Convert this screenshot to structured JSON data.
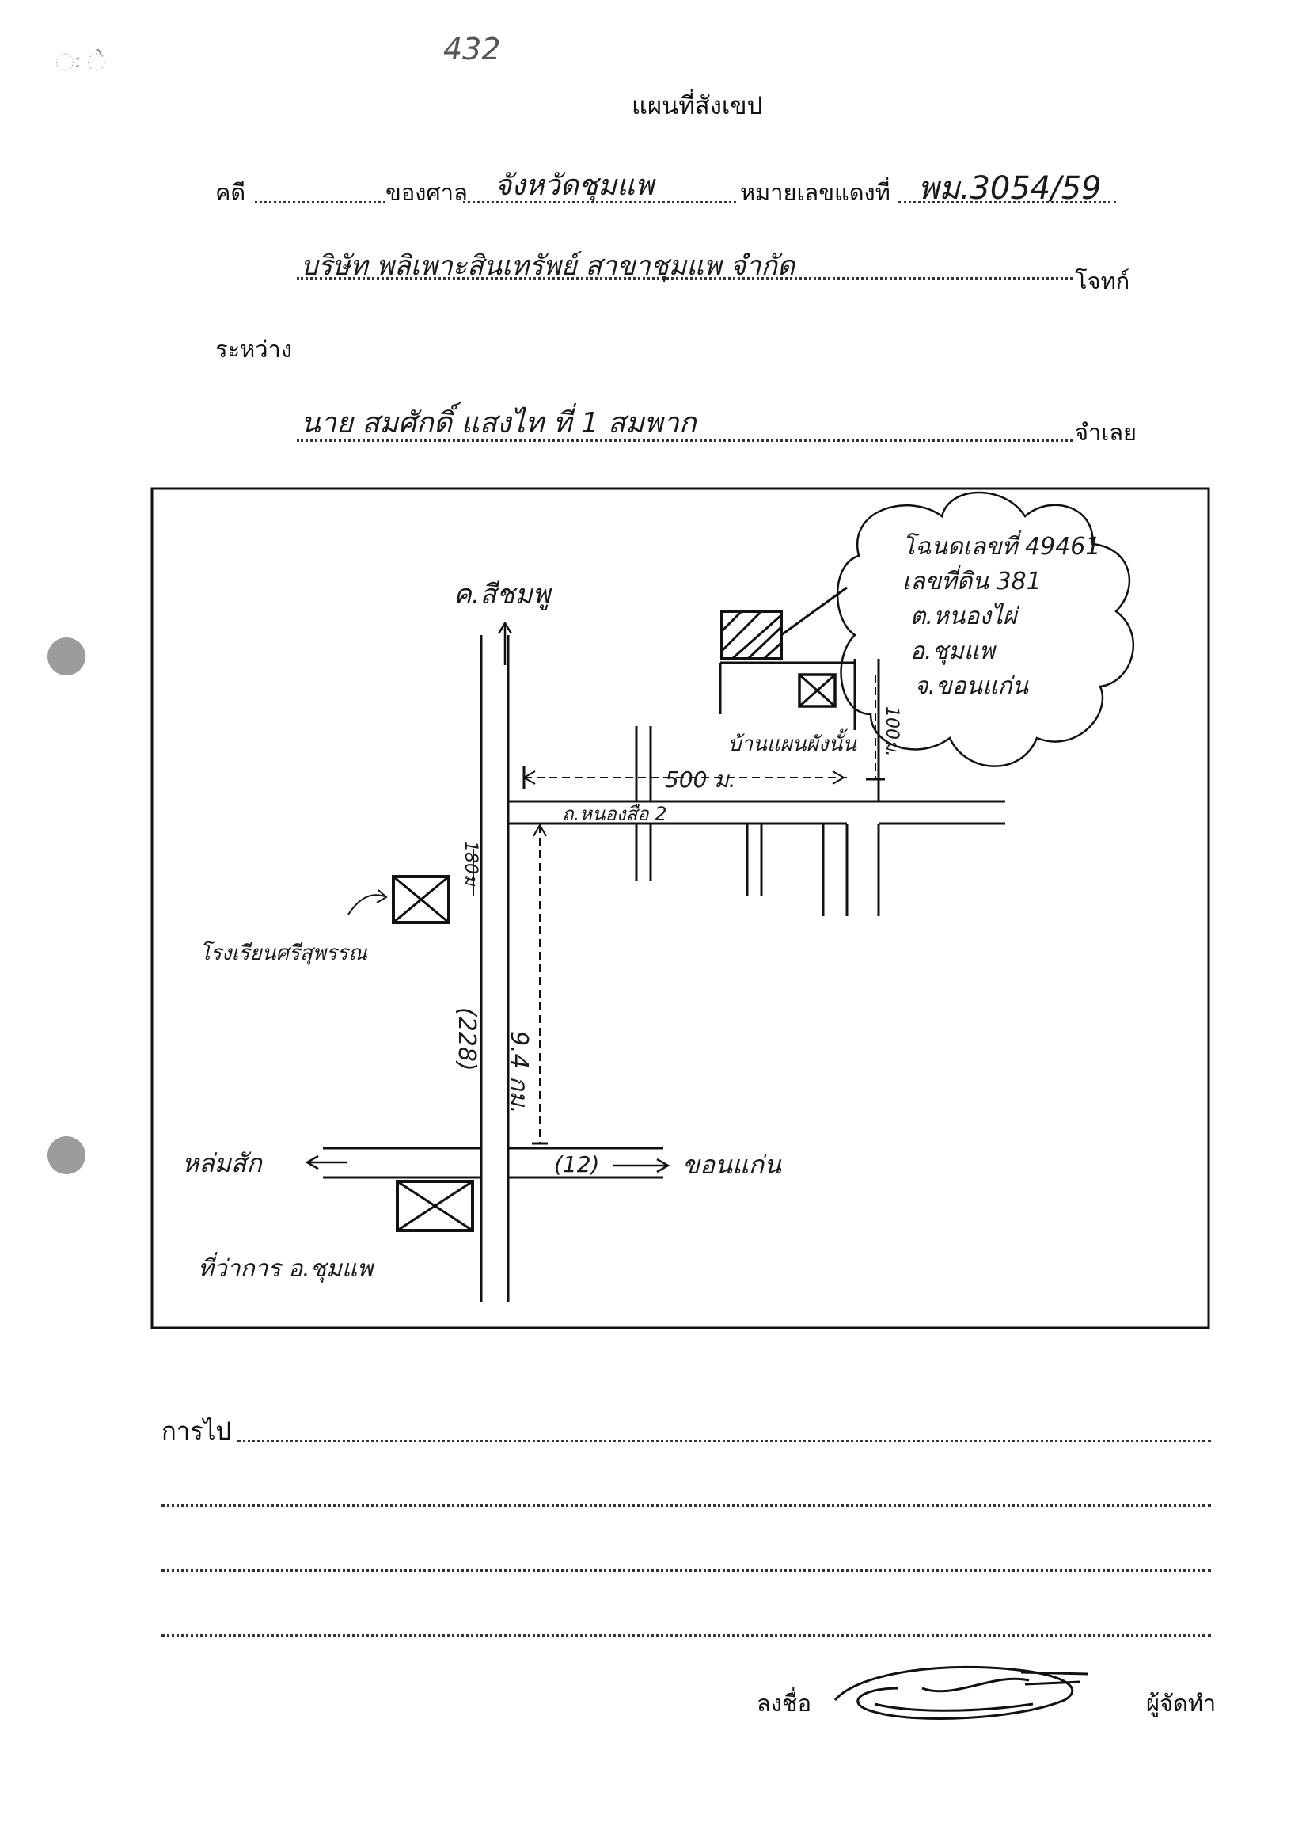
{
  "page": {
    "corner_note": "432",
    "title": "แผนที่สังเขป"
  },
  "case": {
    "case_label": "คดี",
    "court_label": "ของศาล",
    "court_value": "จังหวัดชุมแพ",
    "red_no_label": "หมายเลขแดงที่",
    "red_no_value": "พม.3054/59",
    "plaintiff_value": "บริษัท พลิเพาะสินเทรัพย์ สาขาชุมแพ จำกัด",
    "plaintiff_label": "โจทก์",
    "between_label": "ระหว่าง",
    "defendant_value": "นาย สมศักดิ์ แสงไท ที่ 1 สมพาก",
    "defendant_label": "จำเลย"
  },
  "map": {
    "north_label": "ค.สีชมพู",
    "cloud_lines": [
      "โฉนดเลขที่ 49461",
      "เลขที่ดิน 381",
      "ต.หนองไผ่",
      "อ.ชุมแพ",
      "จ.ขอนแก่น"
    ],
    "house_label": "บ้านแผนผังนั้น",
    "dist_500": "500 ม.",
    "dist_100": "100ม.",
    "dist_180": "180ม",
    "dist_9km": "9.4 กม.",
    "road_name": "ถ.หนองสือ 2",
    "highway_228": "(228)",
    "highway_12": "(12)",
    "school_label": "โรงเรียนศรีสุพรรณ",
    "west_label": "หล่มสัก",
    "east_label": "ขอนแก่น",
    "office_label": "ที่ว่าการ อ.ชุมแพ"
  },
  "footer": {
    "directions_label": "การไป",
    "sign_label": "ลงชื่อ",
    "maker_label": "ผู้จัดทำ"
  }
}
